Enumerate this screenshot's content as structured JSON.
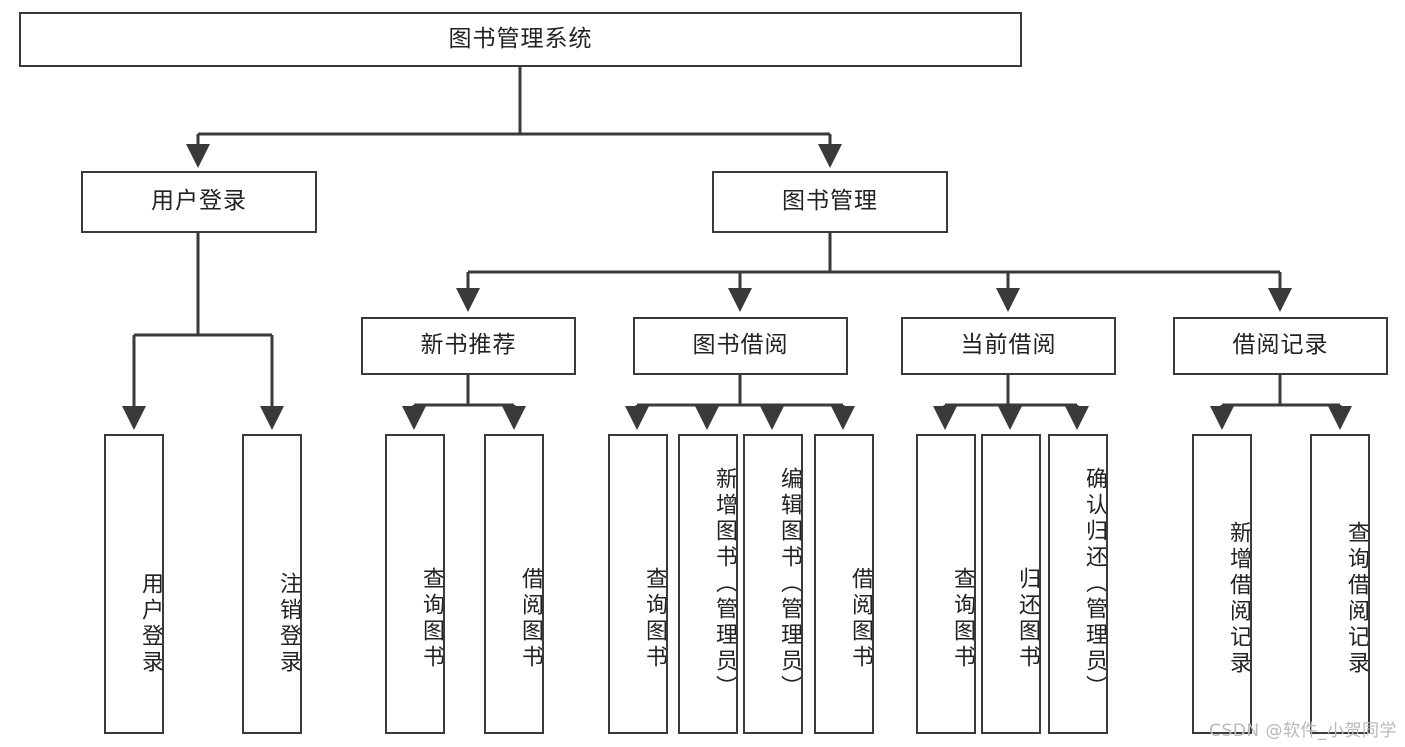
{
  "diagram": {
    "title": "图书管理系统",
    "type": "tree-hierarchy-chart",
    "root": {
      "label": "图书管理系统"
    },
    "level2": [
      {
        "label": "用户登录"
      },
      {
        "label": "图书管理"
      }
    ],
    "level3": [
      {
        "label": "新书推荐"
      },
      {
        "label": "图书借阅"
      },
      {
        "label": "当前借阅"
      },
      {
        "label": "借阅记录"
      }
    ],
    "leaves": {
      "user_login": [
        {
          "label": "用户登录"
        },
        {
          "label": "注销登录"
        }
      ],
      "new_book": [
        {
          "label": "查询图书"
        },
        {
          "label": "借阅图书"
        }
      ],
      "book_borrow": [
        {
          "label": "查询图书"
        },
        {
          "label": "新增图书（管理员）"
        },
        {
          "label": "编辑图书（管理员）"
        },
        {
          "label": "借阅图书"
        }
      ],
      "current_borrow": [
        {
          "label": "查询图书"
        },
        {
          "label": "归还图书"
        },
        {
          "label": "确认归还（管理员）"
        }
      ],
      "borrow_record": [
        {
          "label": "新增借阅记录"
        },
        {
          "label": "查询借阅记录"
        }
      ]
    }
  },
  "watermark": {
    "text": "CSDN @软件_小贺同学"
  },
  "colors": {
    "stroke": "#3a3a3a",
    "text": "#222222",
    "background": "#ffffff",
    "watermark": "#b9b9b9"
  }
}
